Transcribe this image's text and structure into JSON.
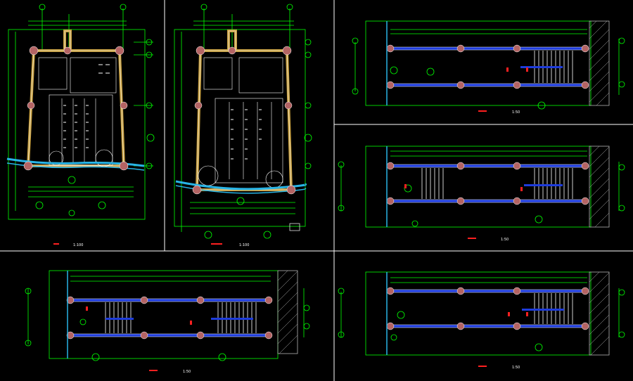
{
  "drawing": {
    "background": "#000000",
    "colors": {
      "frame": "#ffffff",
      "dimension": "#00ff00",
      "wall_fill": "#c8a040",
      "column": "#b46464",
      "beam": "#1e3cdc",
      "water": "#28b4e6",
      "grid_bubble": "#00ff00",
      "label_red": "#ff2020",
      "text_white": "#ffffff",
      "stair": "#ffffff",
      "hatch": "#b4b4b4"
    },
    "panels": [
      {
        "id": "plan-1",
        "title": "1:100"
      },
      {
        "id": "plan-2",
        "title": "1:100"
      },
      {
        "id": "section-1",
        "title": "1:50"
      },
      {
        "id": "section-2",
        "title": "1:50"
      },
      {
        "id": "section-3",
        "title": "1:50"
      },
      {
        "id": "section-4",
        "title": "1:50"
      }
    ]
  }
}
